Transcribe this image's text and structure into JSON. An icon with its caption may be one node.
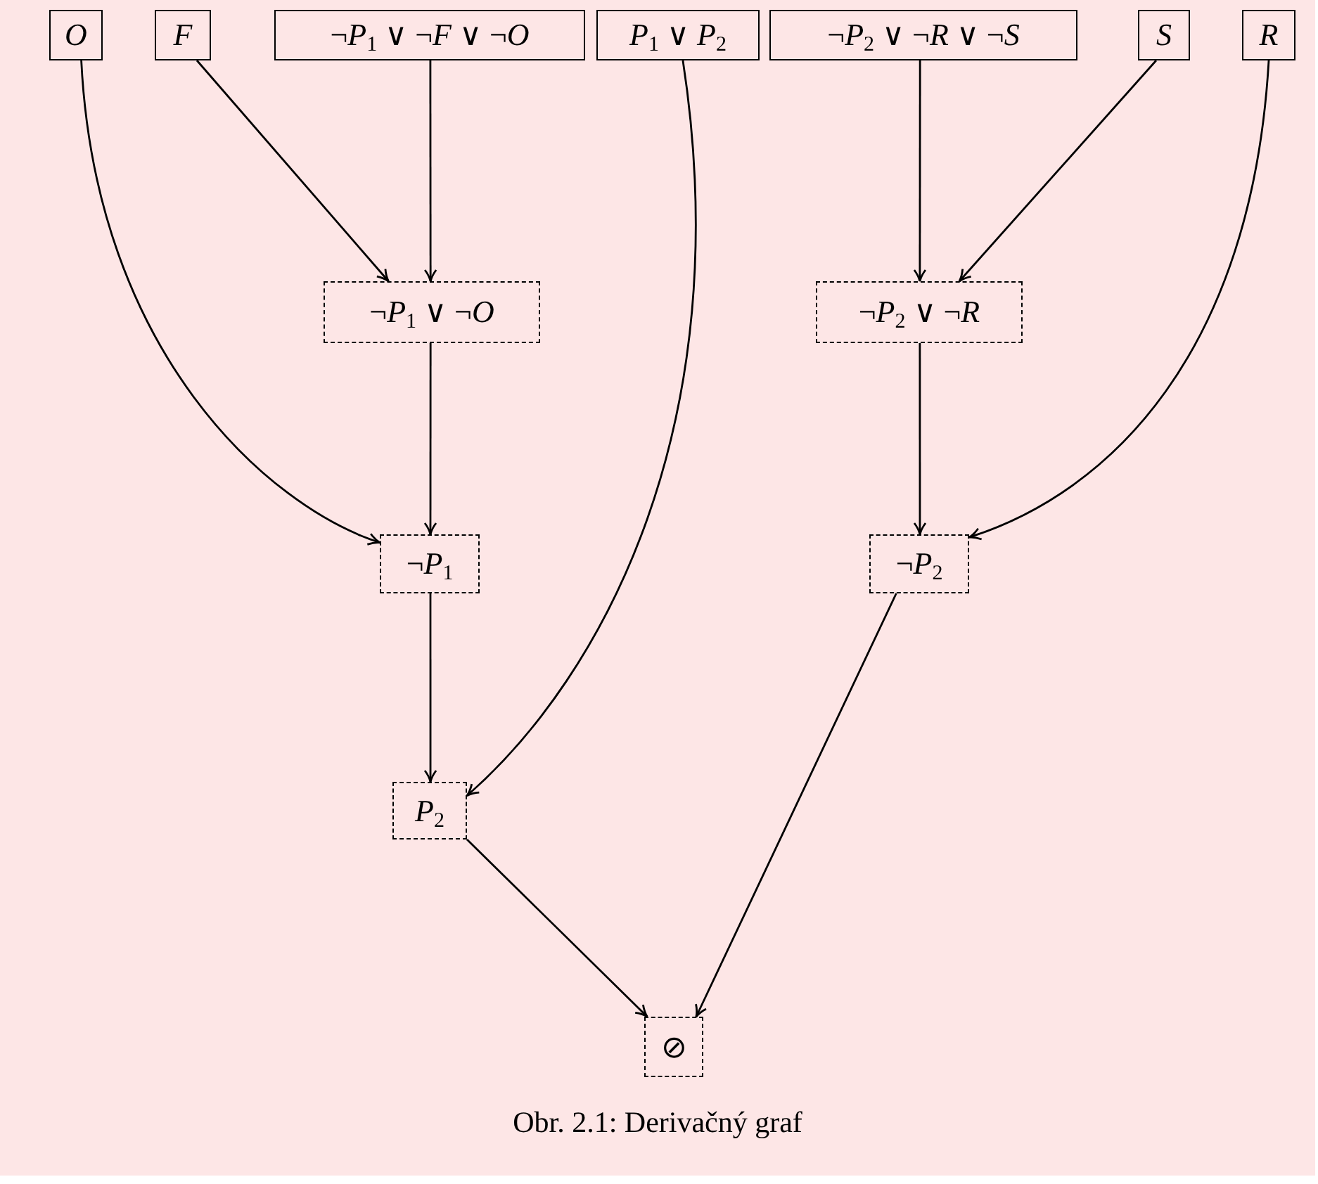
{
  "diagram": {
    "caption": "Obr. 2.1: Derivačný graf",
    "nodes": [
      {
        "text": [
          "*O*"
        ]
      },
      {
        "text": [
          "*F*"
        ]
      },
      {
        "text": [
          "¬*P*$_{1}$ ∨ ¬*F* ∨ ¬*O*"
        ]
      },
      {
        "text": [
          "*P*$_{1}$ ∨ *P*$_{2}$"
        ]
      },
      {
        "text": [
          "¬*P*$_{2}$ ∨ ¬*R* ∨ ¬*S*"
        ]
      },
      {
        "text": [
          "*S*"
        ]
      },
      {
        "text": [
          "*R*"
        ]
      },
      {
        "text": [
          "¬*P*$_{1}$ ∨ ¬*O*"
        ]
      },
      {
        "text": [
          "¬*P*$_{2}$ ∨ ¬*R*"
        ]
      },
      {
        "text": [
          "¬*P*$_{1}$"
        ]
      },
      {
        "text": [
          "¬*P*$_{2}$"
        ]
      },
      {
        "text": [
          "*P*$_{2}$"
        ]
      },
      {
        "text": [
          "⊘"
        ]
      }
    ],
    "edges": [
      {
        "from": 1,
        "to": 7,
        "arrow": "to"
      },
      {
        "from": 2,
        "to": 7,
        "arrow": "to"
      },
      {
        "from": 0,
        "to": 9,
        "arrow": "to"
      },
      {
        "from": 7,
        "to": 9,
        "arrow": "to"
      },
      {
        "from": 3,
        "to": 11,
        "arrow": "to"
      },
      {
        "from": 9,
        "to": 11,
        "arrow": "to"
      },
      {
        "from": 4,
        "to": 8,
        "arrow": "to"
      },
      {
        "from": 5,
        "to": 8,
        "arrow": "to"
      },
      {
        "from": 8,
        "to": 10,
        "arrow": "to"
      },
      {
        "from": 6,
        "to": 10,
        "arrow": "to"
      },
      {
        "from": 11,
        "to": 12,
        "arrow": "to"
      },
      {
        "from": 10,
        "to": 12,
        "arrow": "to"
      }
    ]
  }
}
